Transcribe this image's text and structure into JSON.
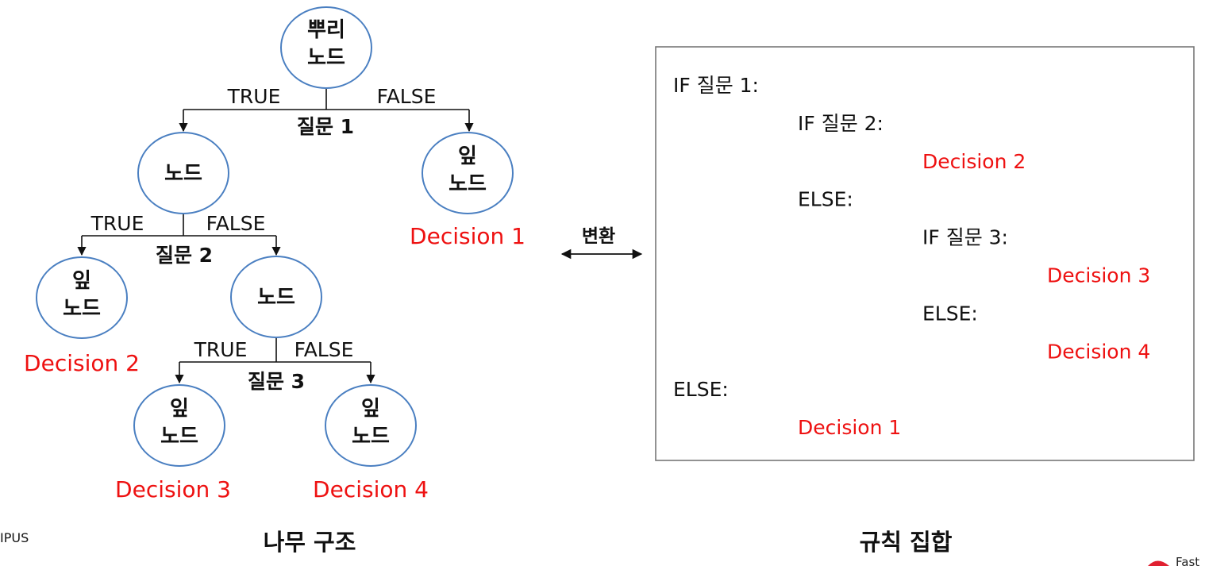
{
  "tree": {
    "root": {
      "label": [
        "뿌리",
        "노드"
      ],
      "question": "질문 1"
    },
    "node_q2": {
      "label": [
        "노드"
      ],
      "question": "질문 2"
    },
    "node_q3": {
      "label": [
        "노드"
      ],
      "question": "질문 3"
    },
    "leaf_d1": {
      "label": [
        "잎",
        "노드"
      ],
      "decision": "Decision 1"
    },
    "leaf_d2": {
      "label": [
        "잎",
        "노드"
      ],
      "decision": "Decision 2"
    },
    "leaf_d3": {
      "label": [
        "잎",
        "노드"
      ],
      "decision": "Decision 3"
    },
    "leaf_d4": {
      "label": [
        "잎",
        "노드"
      ],
      "decision": "Decision 4"
    },
    "true_label": "TRUE",
    "false_label": "FALSE",
    "title": "나무 구조"
  },
  "convert_label": "변환",
  "rules": {
    "title": "규칙 집합",
    "lines": [
      {
        "text": "IF 질문 1:",
        "indent": 0,
        "kind": "code"
      },
      {
        "text": "IF 질문 2:",
        "indent": 1,
        "kind": "code"
      },
      {
        "text": "Decision 2",
        "indent": 2,
        "kind": "decision"
      },
      {
        "text": "ELSE:",
        "indent": 1,
        "kind": "code"
      },
      {
        "text": "IF 질문 3:",
        "indent": 2,
        "kind": "code"
      },
      {
        "text": "Decision 3",
        "indent": 3,
        "kind": "decision"
      },
      {
        "text": "ELSE:",
        "indent": 2,
        "kind": "code"
      },
      {
        "text": "Decision 4",
        "indent": 3,
        "kind": "decision"
      },
      {
        "text": "ELSE:",
        "indent": 0,
        "kind": "code"
      },
      {
        "text": "Decision 1",
        "indent": 1,
        "kind": "decision"
      }
    ]
  },
  "footer_left": "IPUS",
  "footer_logo": "Fast",
  "colors": {
    "node_stroke": "#4a7fc1",
    "decision": "#ee1111",
    "box_stroke": "#777777",
    "logo": "#e02030"
  }
}
